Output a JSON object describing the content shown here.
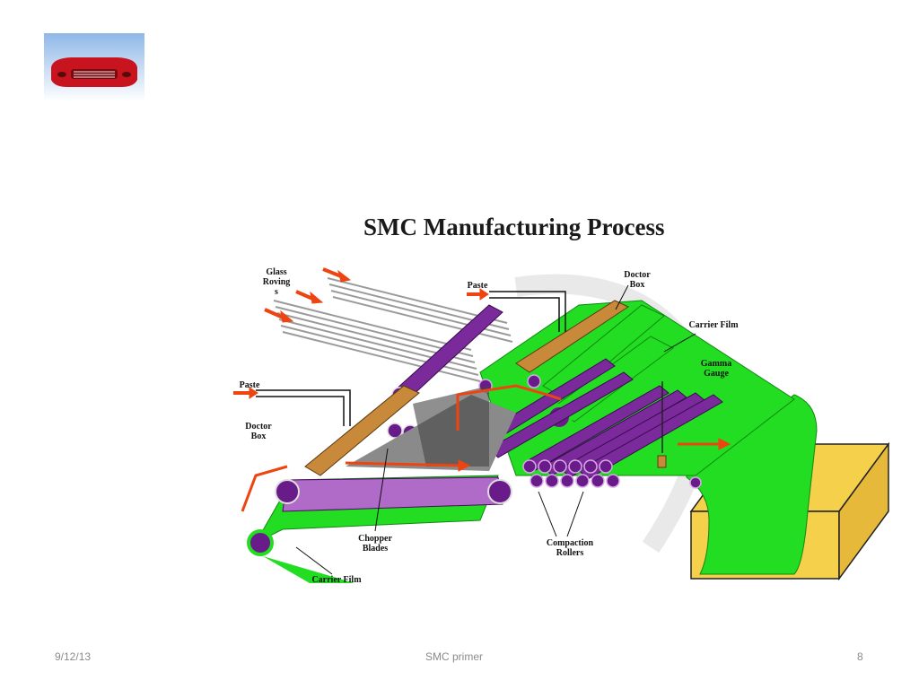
{
  "slide": {
    "diagram_title": "SMC Manufacturing Process",
    "labels": {
      "glass_rovings": "Glass\nRoving\ns",
      "paste_top": "Paste",
      "doctor_box_top": "Doctor\nBox",
      "carrier_film_top": "Carrier Film",
      "gamma_gauge": "Gamma\nGauge",
      "paste_left": "Paste",
      "doctor_box_left": "Doctor\nBox",
      "chopper_blades": "Chopper\nBlades",
      "compaction_rollers": "Compaction\nRollers",
      "carrier_film_bottom": "Carrier Film"
    }
  },
  "footer": {
    "date": "9/12/13",
    "title": "SMC primer",
    "page_number": "8"
  },
  "colors": {
    "film_green": "#22dd22",
    "roller_purple": "#6a1b8a",
    "arrow_red": "#ee4411",
    "bin_yellow": "#f5d04a",
    "doctor_brown": "#c88a3a"
  }
}
